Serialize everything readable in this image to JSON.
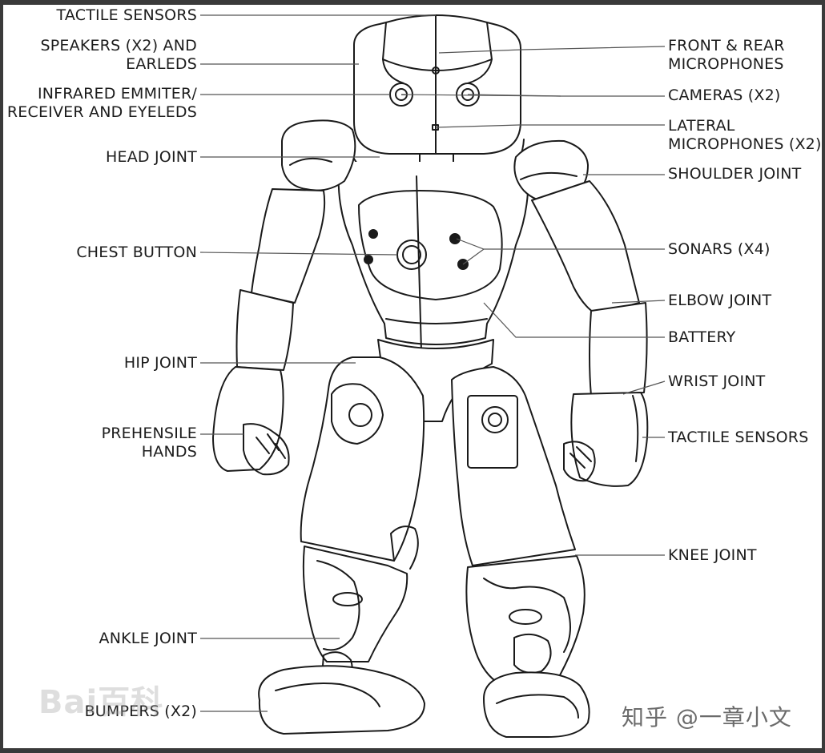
{
  "diagram": {
    "left_labels": [
      {
        "id": "tactile-sensors-head",
        "text": "TACTILE SENSORS"
      },
      {
        "id": "speakers",
        "text": "SPEAKERS (X2) AND\nEARLEDS"
      },
      {
        "id": "infrared",
        "text": "INFRARED EMMITER/\nRECEIVER AND EYELEDS"
      },
      {
        "id": "head-joint",
        "text": "HEAD JOINT"
      },
      {
        "id": "chest-button",
        "text": "CHEST BUTTON"
      },
      {
        "id": "hip-joint",
        "text": "HIP JOINT"
      },
      {
        "id": "prehensile-hands",
        "text": "PREHENSILE\nHANDS"
      },
      {
        "id": "ankle-joint",
        "text": "ANKLE JOINT"
      },
      {
        "id": "bumpers",
        "text": "BUMPERS (X2)"
      }
    ],
    "right_labels": [
      {
        "id": "microphones-front-rear",
        "text": "FRONT & REAR\nMICROPHONES"
      },
      {
        "id": "cameras",
        "text": "CAMERAS (X2)"
      },
      {
        "id": "lateral-microphones",
        "text": "LATERAL\nMICROPHONES (X2)"
      },
      {
        "id": "shoulder-joint",
        "text": "SHOULDER JOINT"
      },
      {
        "id": "sonars",
        "text": "SONARS (X4)"
      },
      {
        "id": "elbow-joint",
        "text": "ELBOW JOINT"
      },
      {
        "id": "battery",
        "text": "BATTERY"
      },
      {
        "id": "wrist-joint",
        "text": "WRIST JOINT"
      },
      {
        "id": "tactile-sensors-hand",
        "text": "TACTILE SENSORS"
      },
      {
        "id": "knee-joint",
        "text": "KNEE JOINT"
      }
    ]
  },
  "watermarks": {
    "left": "Bai百科",
    "right": "知乎 @一章小文"
  },
  "colors": {
    "line": "#1a1a1a",
    "leader": "#555555",
    "background": "#ffffff",
    "frame": "#3a3a3a"
  }
}
